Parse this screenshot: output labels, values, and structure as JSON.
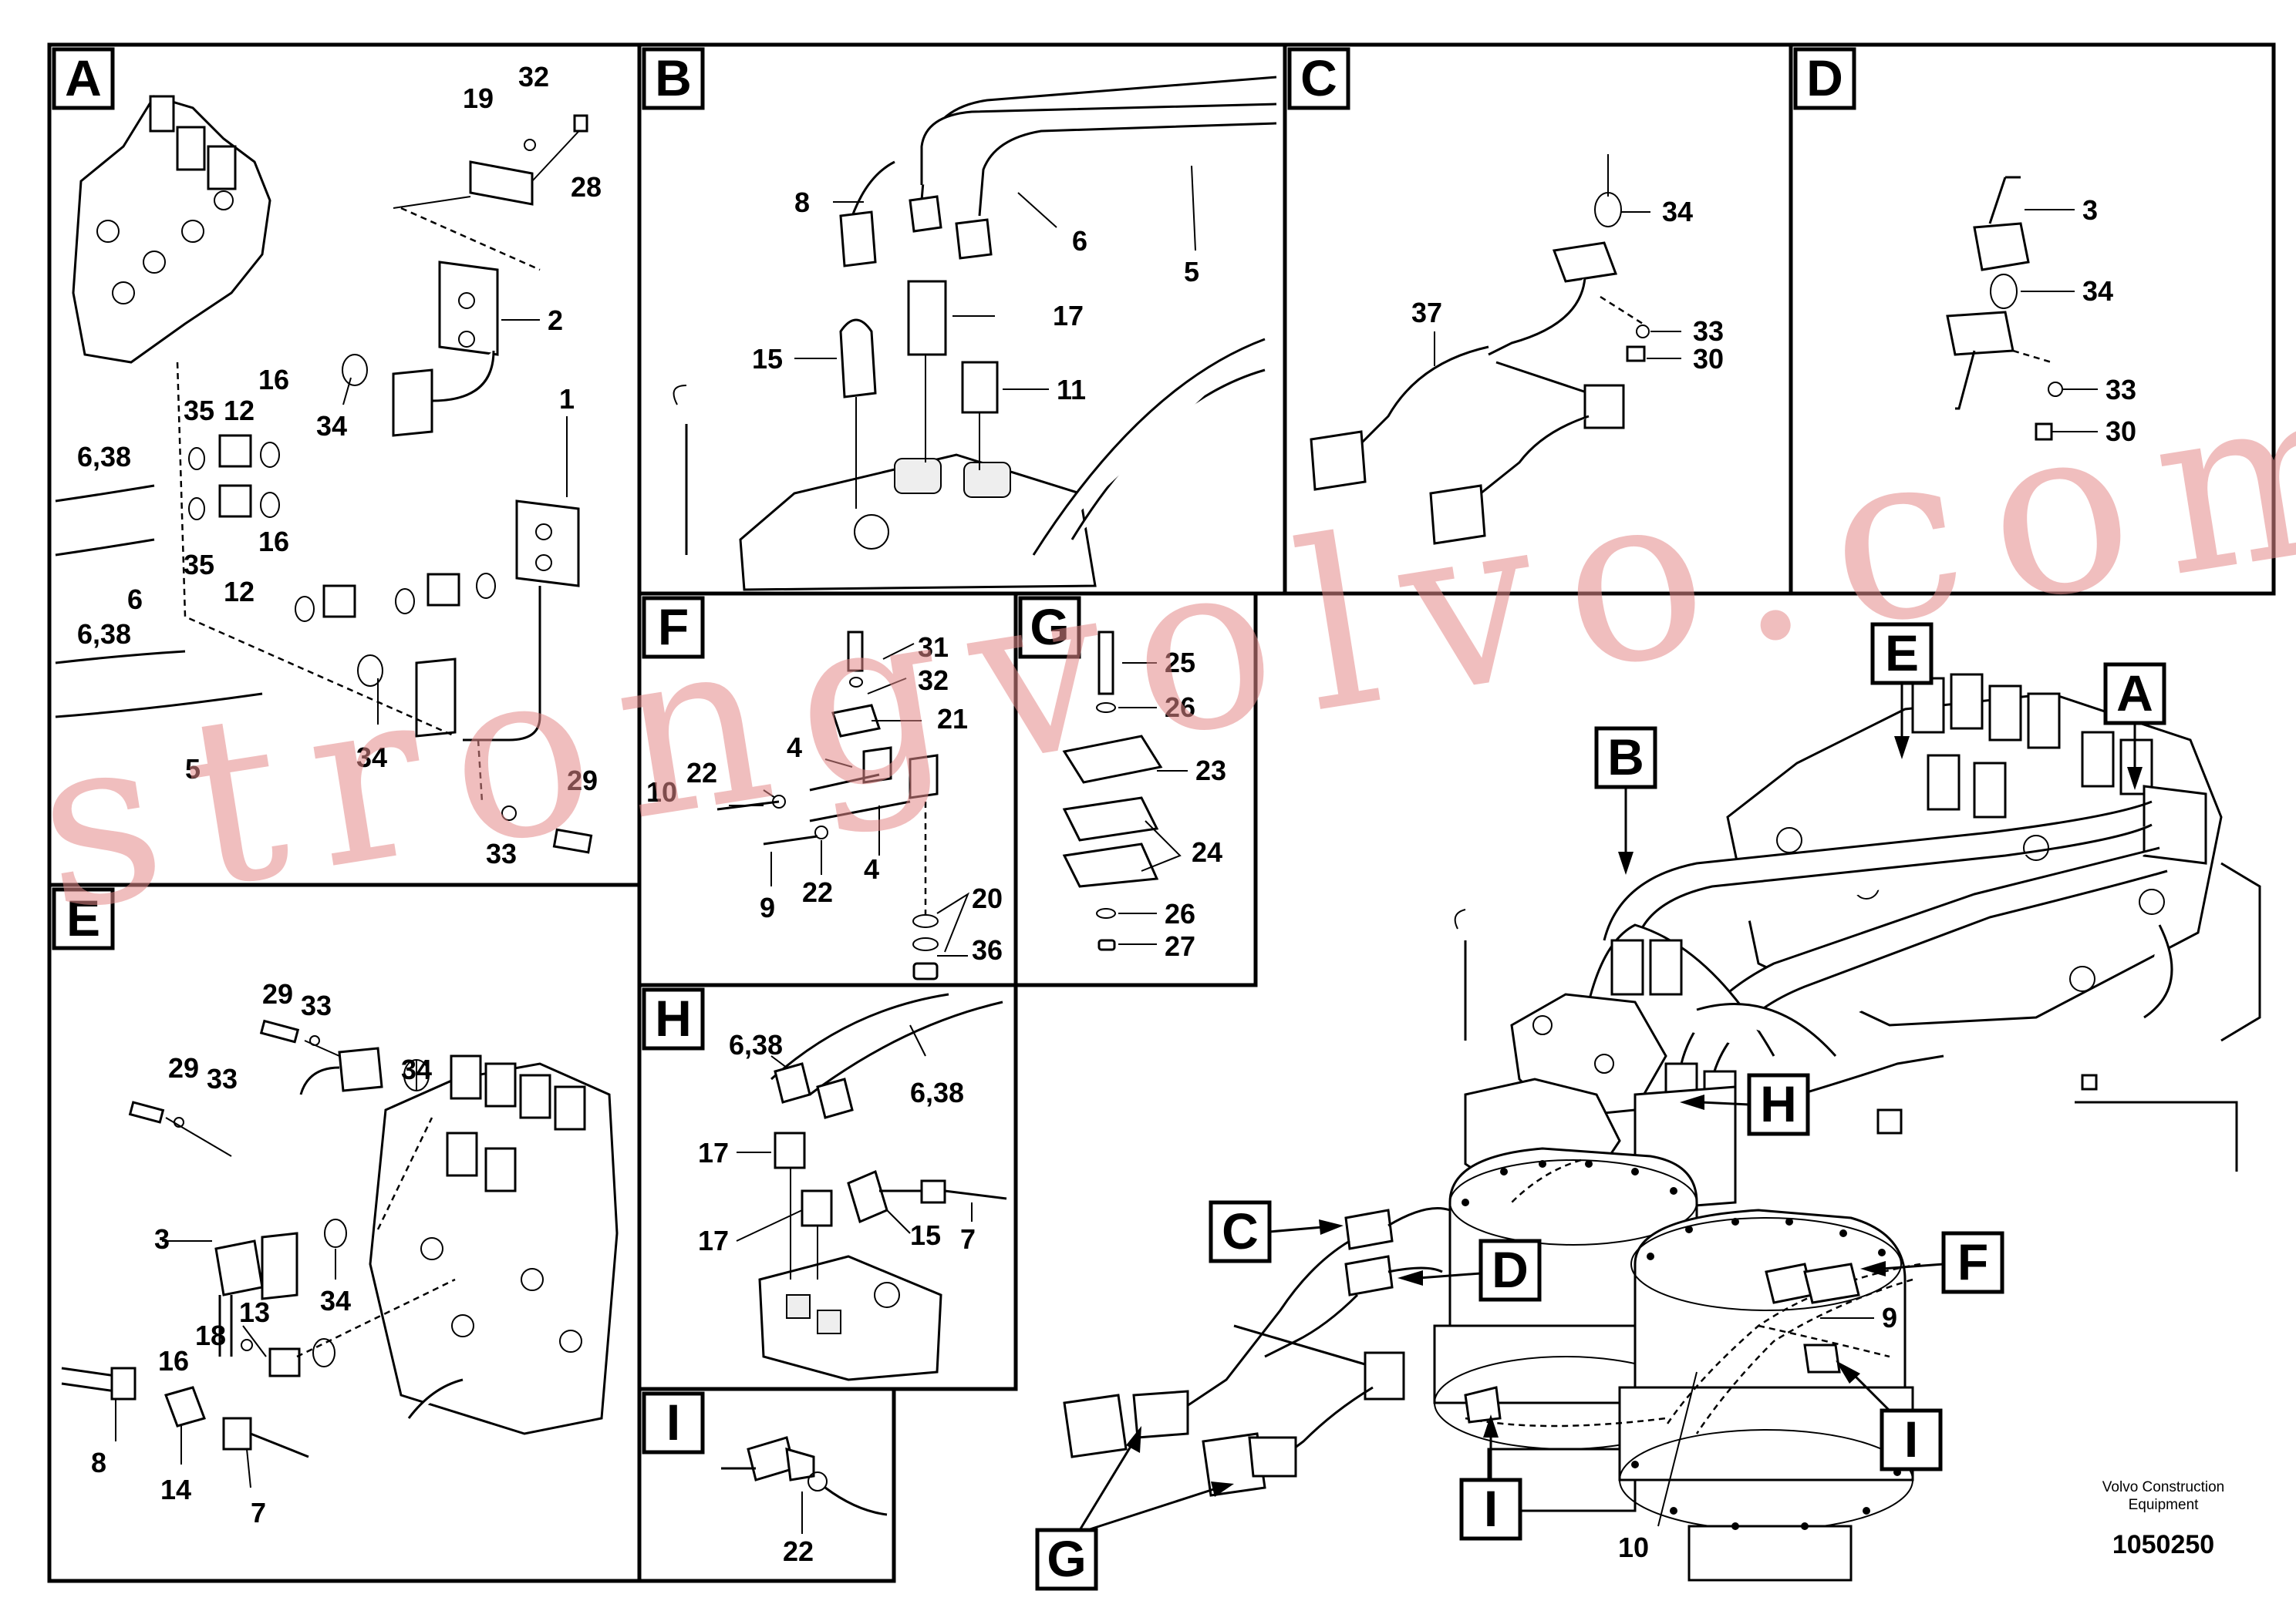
{
  "panels": {
    "A": {
      "letter": "A"
    },
    "B": {
      "letter": "B"
    },
    "C": {
      "letter": "C"
    },
    "D": {
      "letter": "D"
    },
    "E": {
      "letter": "E"
    },
    "F": {
      "letter": "F"
    },
    "G": {
      "letter": "G"
    },
    "H": {
      "letter": "H"
    },
    "I": {
      "letter": "I"
    }
  },
  "callouts": {
    "A": [
      "19",
      "32",
      "28",
      "2",
      "1",
      "16",
      "35",
      "12",
      "34",
      "6,38",
      "35",
      "12",
      "16",
      "6",
      "6,38",
      "5",
      "34",
      "29",
      "33"
    ],
    "B": [
      "8",
      "6",
      "5",
      "17",
      "15",
      "11"
    ],
    "C": [
      "34",
      "37",
      "33",
      "30"
    ],
    "D": [
      "3",
      "34",
      "33",
      "30"
    ],
    "E": [
      "29",
      "33",
      "29",
      "33",
      "34",
      "3",
      "34",
      "18",
      "13",
      "16",
      "8",
      "14",
      "7"
    ],
    "F": [
      "31",
      "32",
      "21",
      "4",
      "22",
      "10",
      "4",
      "9",
      "22",
      "20",
      "36"
    ],
    "G": [
      "25",
      "26",
      "23",
      "24",
      "26",
      "27"
    ],
    "H": [
      "6,38",
      "6,38",
      "17",
      "15",
      "17",
      "7"
    ],
    "I": [
      "22"
    ],
    "main": [
      "9",
      "10"
    ]
  },
  "main_labels": [
    "A",
    "B",
    "C",
    "D",
    "E",
    "F",
    "G",
    "H",
    "I",
    "I"
  ],
  "watermark": "strongvolvo.com",
  "footer": {
    "brand_line1": "Volvo Construction",
    "brand_line2": "Equipment",
    "code": "1050250"
  }
}
